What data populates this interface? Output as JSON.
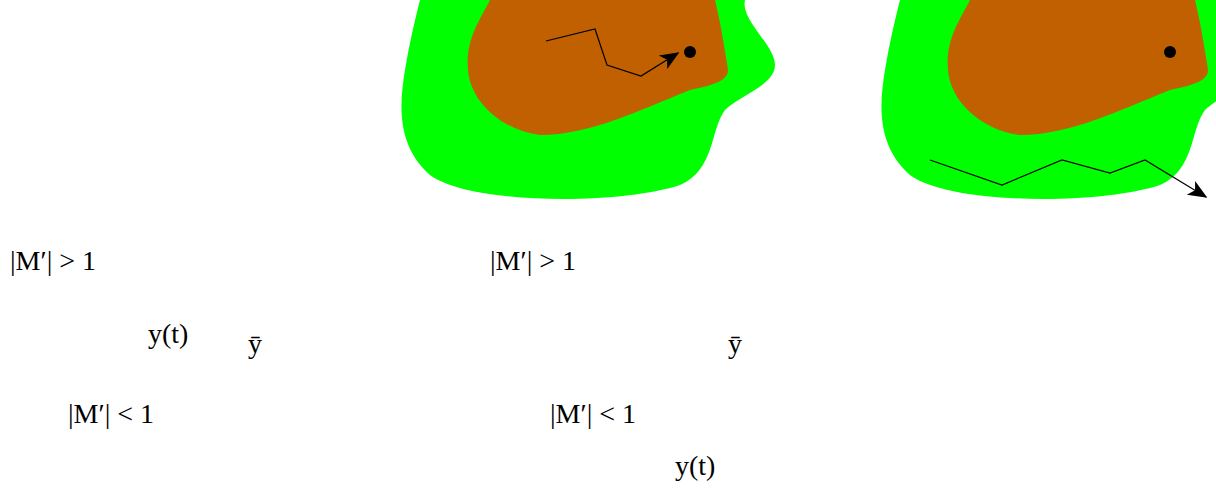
{
  "diagram": {
    "labels": [
      "|M′| > 1",
      "y(t)",
      "ȳ",
      "|M′| < 1",
      "|M′| > 1",
      "ȳ",
      "|M′| < 1",
      "y(t)"
    ]
  }
}
